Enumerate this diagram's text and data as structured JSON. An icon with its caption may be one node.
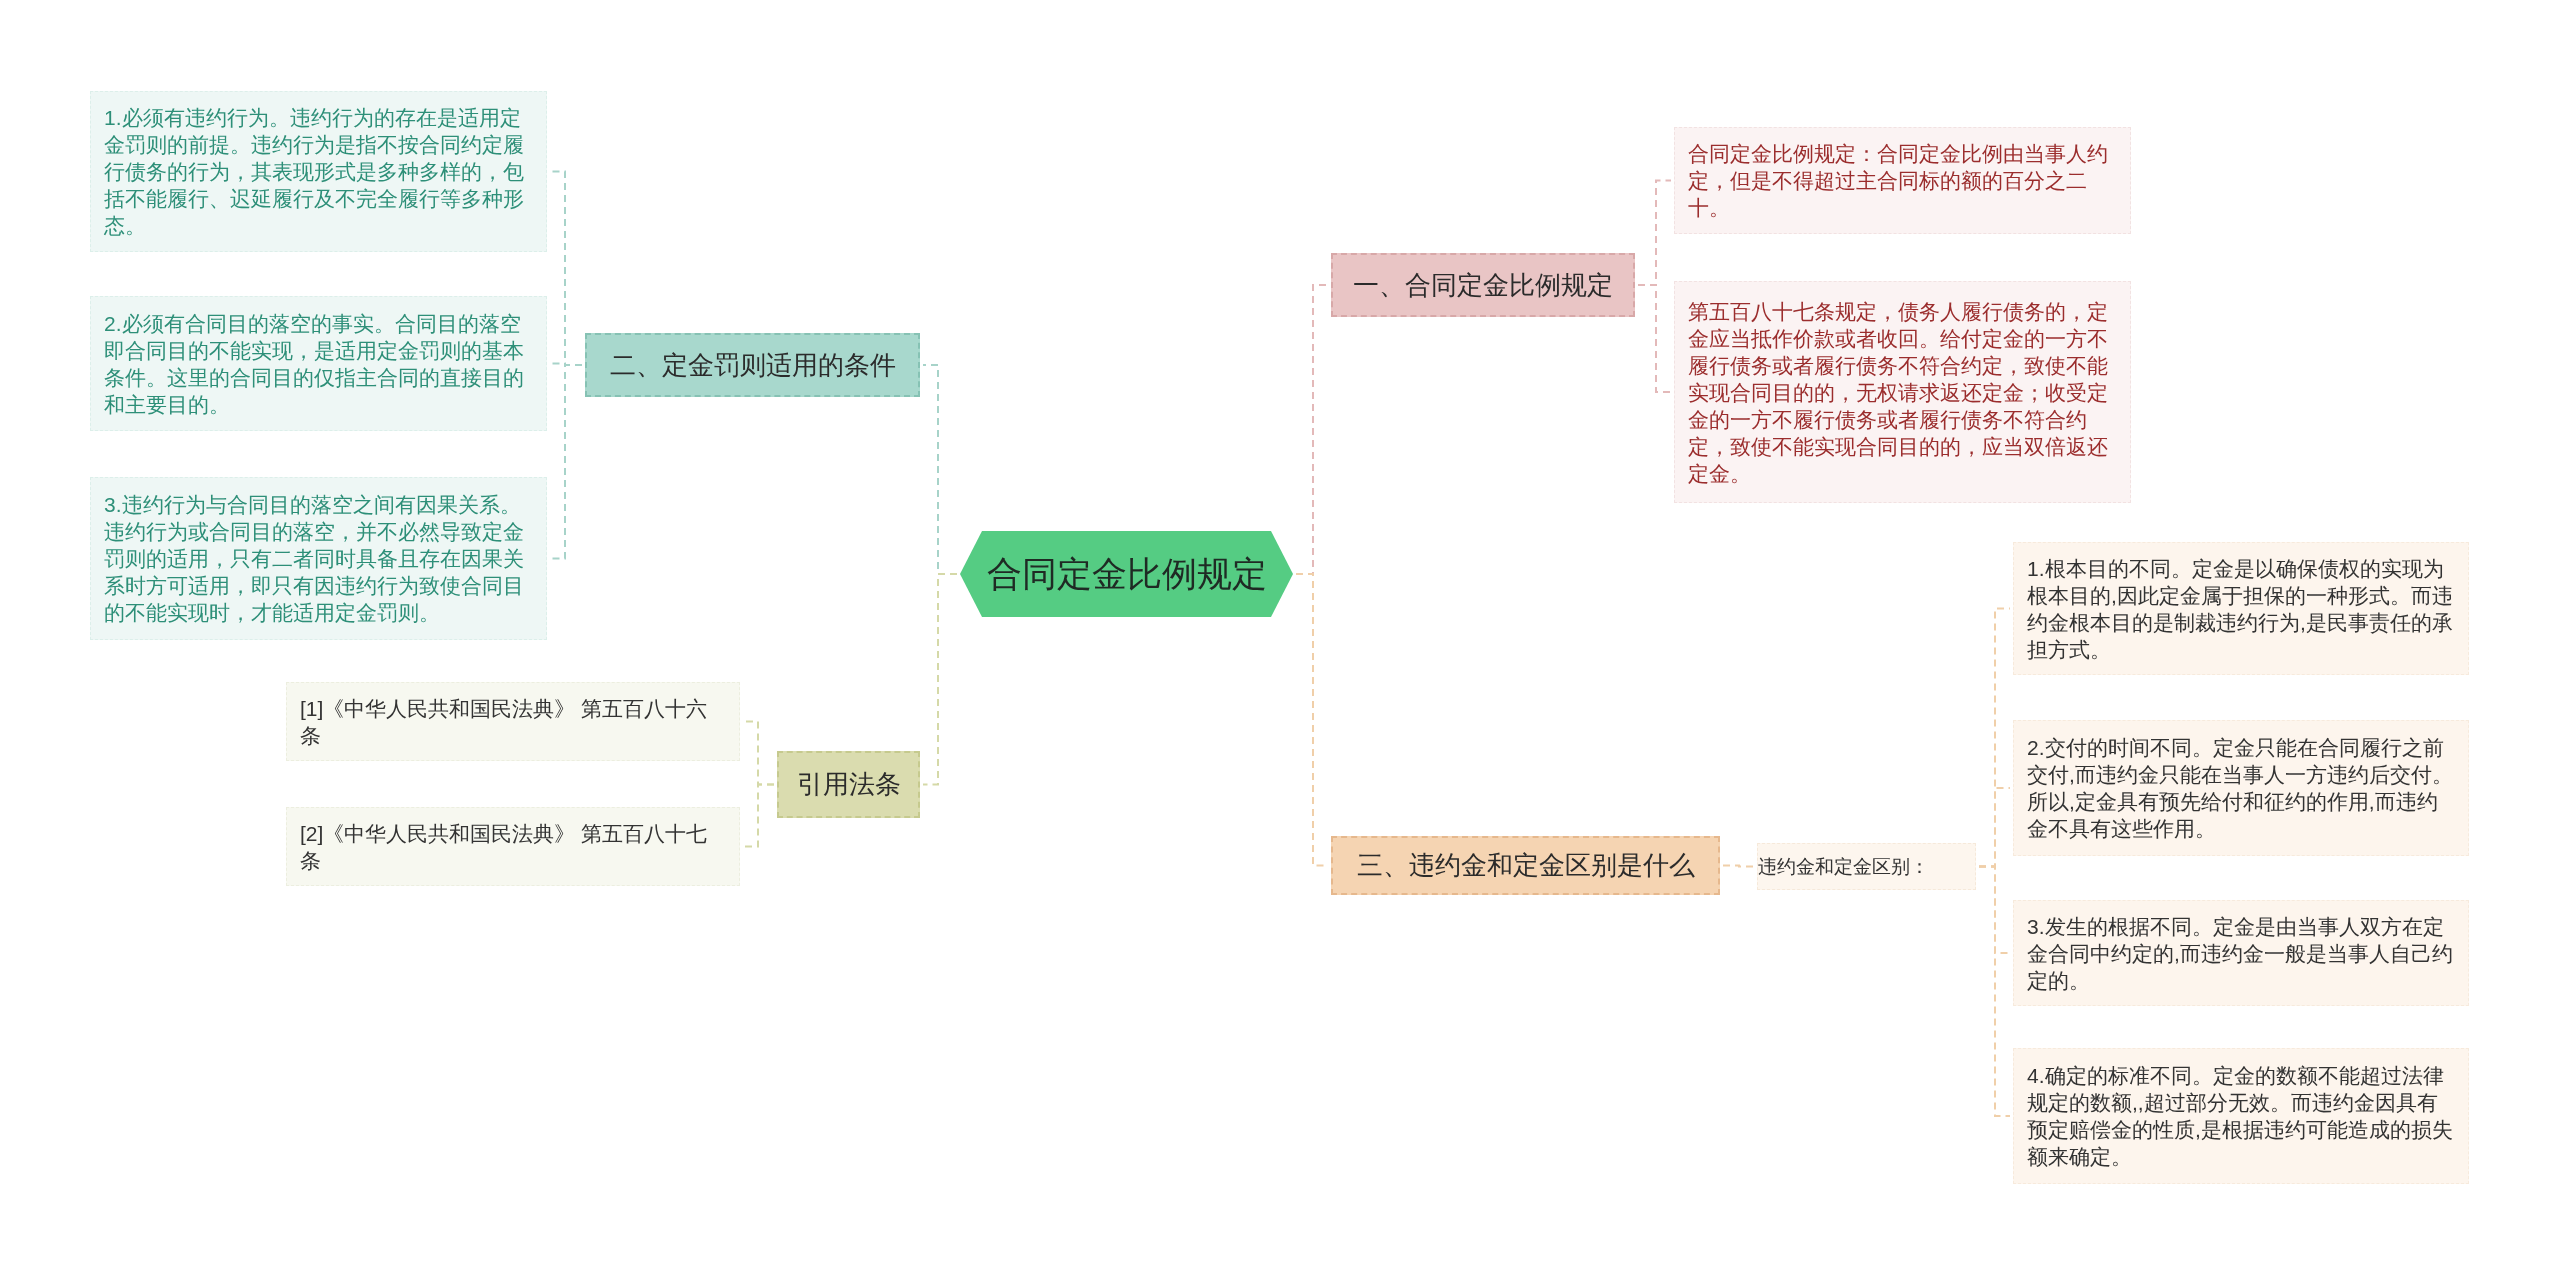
{
  "diagram": {
    "nodes": [
      {
        "text": [
          "合同定金比例规定"
        ]
      },
      {
        "text": [
          "一、合同定金比例规定"
        ]
      },
      {
        "text": [
          "合同定金比例规定：合同定金比例由当事人约定，但是不得超过主合同标的额的百分之二十。"
        ]
      },
      {
        "text": [
          "第五百八十七条规定，债务人履行债务的，定金应当抵作价款或者收回。给付定金的一方不履行债务或者履行债务不符合约定，致使不能实现合同目的的，无权请求返还定金；收受定金的一方不履行债务或者履行债务不符合约定，致使不能实现合同目的的，应当双倍返还定金。"
        ]
      },
      {
        "text": [
          "二、定金罚则适用的条件"
        ]
      },
      {
        "text": [
          "1.必须有违约行为。违约行为的存在是适用定金罚则的前提。违约行为是指不按合同约定履行债务的行为，其表现形式是多种多样的，包括不能履行、迟延履行及不完全履行等多种形态。"
        ]
      },
      {
        "text": [
          "2.必须有合同目的落空的事实。合同目的落空即合同目的不能实现，是适用定金罚则的基本条件。这里的合同目的仅指主合同的直接目的和主要目的。"
        ]
      },
      {
        "text": [
          "3.违约行为与合同目的落空之间有因果关系。违约行为或合同目的落空，并不必然导致定金罚则的适用，只有二者同时具备且存在因果关系时方可适用，即只有因违约行为致使合同目的不能实现时，才能适用定金罚则。"
        ]
      },
      {
        "text": [
          "三、违约金和定金区别是什么"
        ]
      },
      {
        "text": [
          "违约金和定金区别："
        ]
      },
      {
        "text": [
          "1.根本目的不同。定金是以确保债权的实现为根本目的,因此定金属于担保的一种形式。而违约金根本目的是制裁违约行为,是民事责任的承担方式。"
        ]
      },
      {
        "text": [
          "2.交付的时间不同。定金只能在合同履行之前交付,而违约金只能在当事人一方违约后交付。所以,定金具有预先给付和征约的作用,而违约金不具有这些作用。"
        ]
      },
      {
        "text": [
          "3.发生的根据不同。定金是由当事人双方在定金合同中约定的,而违约金一般是当事人自己约定的。"
        ]
      },
      {
        "text": [
          "4.确定的标准不同。定金的数额不能超过法律规定的数额,,超过部分无效。而违约金因具有预定赔偿金的性质,是根据违约可能造成的损失额来确定。"
        ]
      },
      {
        "text": [
          "引用法条"
        ]
      },
      {
        "text": [
          "[1]《中华人民共和国民法典》 第五百八十六条"
        ]
      },
      {
        "text": [
          "[2]《中华人民共和国民法典》 第五百八十七条"
        ]
      }
    ],
    "edges": [
      {
        "from": 0,
        "to": 1,
        "arrow": "none",
        "style": "dashed",
        "color": "#e3b9b9"
      },
      {
        "from": 1,
        "to": 2,
        "arrow": "none",
        "style": "dashed",
        "color": "#e3b9b9"
      },
      {
        "from": 1,
        "to": 3,
        "arrow": "none",
        "style": "dashed",
        "color": "#e3b9b9"
      },
      {
        "from": 0,
        "to": 4,
        "arrow": "none",
        "style": "dashed",
        "color": "#a7d3c9"
      },
      {
        "from": 4,
        "to": 5,
        "arrow": "none",
        "style": "dashed",
        "color": "#a7d3c9"
      },
      {
        "from": 4,
        "to": 6,
        "arrow": "none",
        "style": "dashed",
        "color": "#a7d3c9"
      },
      {
        "from": 4,
        "to": 7,
        "arrow": "none",
        "style": "dashed",
        "color": "#a7d3c9"
      },
      {
        "from": 0,
        "to": 8,
        "arrow": "none",
        "style": "dashed",
        "color": "#f0cfa9"
      },
      {
        "from": 8,
        "to": 9,
        "arrow": "none",
        "style": "dashed",
        "color": "#f0cfa9"
      },
      {
        "from": 9,
        "to": 10,
        "arrow": "none",
        "style": "dashed",
        "color": "#f0cfa9"
      },
      {
        "from": 9,
        "to": 11,
        "arrow": "none",
        "style": "dashed",
        "color": "#f0cfa9"
      },
      {
        "from": 9,
        "to": 12,
        "arrow": "none",
        "style": "dashed",
        "color": "#f0cfa9"
      },
      {
        "from": 9,
        "to": 13,
        "arrow": "none",
        "style": "dashed",
        "color": "#f0cfa9"
      },
      {
        "from": 0,
        "to": 14,
        "arrow": "none",
        "style": "dashed",
        "color": "#d5d9a8"
      },
      {
        "from": 14,
        "to": 15,
        "arrow": "none",
        "style": "dashed",
        "color": "#d5d9a8"
      },
      {
        "from": 14,
        "to": 16,
        "arrow": "none",
        "style": "dashed",
        "color": "#d5d9a8"
      }
    ]
  }
}
